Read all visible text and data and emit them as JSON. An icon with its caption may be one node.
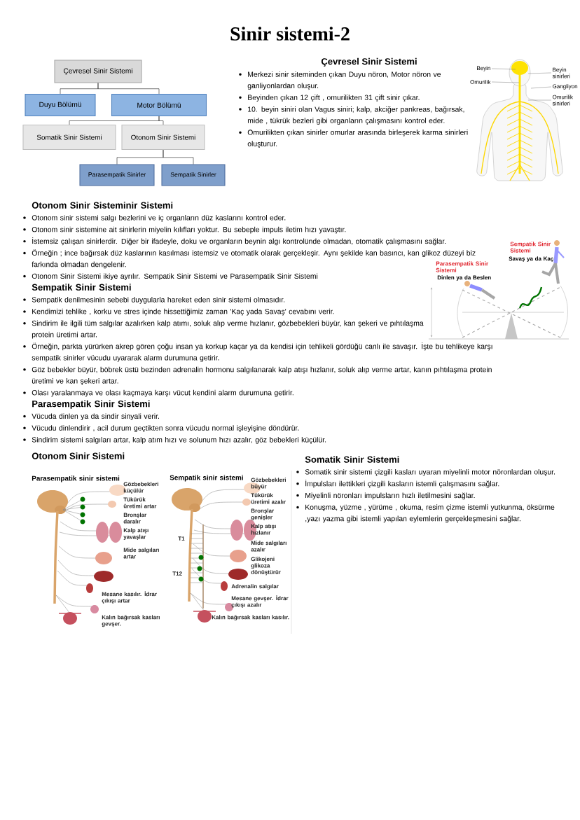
{
  "diagram": {
    "title": "Sinir sistemi-2",
    "nodes": [
      {
        "text": [
          "Çevresel Sinir Sistemi"
        ]
      },
      {
        "text": [
          "Duyu Bölümü"
        ]
      },
      {
        "text": [
          "Motor Bölümü"
        ]
      },
      {
        "text": [
          "Somatik Sinir Sistemi"
        ]
      },
      {
        "text": [
          "Otonom Sinir Sistemi"
        ]
      },
      {
        "text": [
          "Parasempatik Sinirler"
        ]
      },
      {
        "text": [
          "Sempatik Sinirler"
        ]
      },
      {
        "text": [
          "Beyin"
        ]
      },
      {
        "text": [
          "Omurilik"
        ]
      },
      {
        "text": [
          "Beyin sinirleri"
        ]
      },
      {
        "text": [
          "Gangliyon"
        ]
      },
      {
        "text": [
          "Omurilik sinirleri"
        ]
      }
    ],
    "edges": [
      {
        "from": 0,
        "to": 1,
        "arrow": "none"
      },
      {
        "from": 0,
        "to": 2,
        "arrow": "none"
      },
      {
        "from": 2,
        "to": 3,
        "arrow": "none"
      },
      {
        "from": 2,
        "to": 4,
        "arrow": "none"
      },
      {
        "from": 4,
        "to": 5,
        "arrow": "none"
      },
      {
        "from": 4,
        "to": 6,
        "arrow": "none"
      },
      {
        "from": 7,
        "to": null,
        "arrow": "none",
        "color": "#808080"
      },
      {
        "from": 8,
        "to": null,
        "arrow": "none",
        "color": "#808080"
      },
      {
        "from": 9,
        "to": null,
        "arrow": "none",
        "color": "#808080"
      },
      {
        "from": 10,
        "to": null,
        "arrow": "none",
        "color": "#808080"
      },
      {
        "from": 11,
        "to": null,
        "arrow": "none",
        "color": "#808080"
      }
    ],
    "labels": [
      "Çevresel Sinir Sistemi",
      "Merkezi sinir siteminden çıkan Duyu nöron, Motor nöron ve ganliyonlardan oluşur.",
      "Beyinden çıkan 12 çift , omurilikten 31 çift sinir çıkar.",
      "10. beyin siniri olan Vagus siniri; kalp, akciğer pankreas, bağırsak, mide , tükrük bezleri gibi organların çalışmasını kontrol eder.",
      "Omurilikten çıkan sinirler omurlar arasında birleşerek karma sinirleri oluşturur.",
      "Otonom Sinir Sisteminir Sistemi",
      "Otonom sinir sistemi salgı bezlerini ve iç organların düz kaslarını kontrol eder.",
      "Otonom sinir sistemine ait sinirlerin miyelin kılıfları yoktur. Bu sebeple impuls iletim hızı yavaştır.",
      "İstemsiz çalışan sinirlerdir. Diğer bir ifadeyle, doku ve organların beynin algı kontrolünde olmadan, otomatik çalışmasını sağlar.",
      "Örneğin ; ince bağırsak düz kaslarının kasılması istemsiz ve otomatik olarak gerçekleşir. Aynı şekilde kan basıncı, kan glikoz düzeyi biz farkında olmadan dengelenir.",
      "Otonom Sinir Sistemi ikiye ayrılır. Sempatik Sinir Sistemi ve Parasempatik Sinir Sistemi",
      "Sempatik Sinir Sistemi",
      "Sempatik denilmesinin sebebi duygularla hareket eden sinir sistemi olmasıdır.",
      "Kendimizi tehlike , korku ve stres içinde hissettiğimiz zaman 'Kaç yada Savaş' cevabını verir.",
      "Sindirim ile ilgili tüm salgılar azalırken kalp atımı, soluk alıp verme hızlanır, gözbebekleri büyür, kan şekeri ve pıhtılaşma protein üretimi artar.",
      "Örneğin, parkta yürürken akrep gören çoğu insan ya korkup kaçar ya da kendisi için tehlikeli gördüğü canlı ile savaşır. İşte bu tehlikeye karşı sempatik sinirler vücudu uyararak alarm durumuna getirir.",
      "Göz bebekler büyür, böbrek üstü bezinden adrenalin hormonu salgılanarak kalp atışı hızlanır, soluk alıp verme artar, kanın pıhtılaşma protein üretimi ve kan şekeri artar.",
      "Olası yaralanmaya ve olası kaçmaya karşı vücut kendini alarm durumuna getirir.",
      "Parasempatik Sinir Sistemi",
      "Vücuda dinlen ya da sindir sinyali verir.",
      "Vücudu dinlendirir , acil durum geçtikten sonra vücudu normal işleyişine döndürür.",
      "Sindirim sistemi salgıları artar, kalp atım hızı ve solunum hızı azalır, göz bebekleri küçülür.",
      "Otonom Sinir Sistemi",
      "Somatik Sinir Sistemi",
      "Somatik sinir sistemi çizgili kasları uyaran miyelinli motor nöronlardan oluşur.",
      "İmpulsları ilettikleri çizgili kasların istemli çalışmasını sağlar.",
      "Miyelinli nöronları impulsların hızlı iletilmesini sağlar.",
      "Konuşma, yüzme , yürüme , okuma, resim çizme istemli yutkunma, öksürme ,yazı yazma gibi istemli yapılan eylemlerin gerçekleşmesini sağlar.",
      "Sempatik Sinir Sistemi",
      "Savaş ya da Kaç",
      "Parasempatik Sinir Sistemi",
      "Dinlen ya da Beslen",
      "Parasempatik sinir sistemi",
      "Gözbebekleri küçülür",
      "Tükürük üretimi artar",
      "Bronşlar daralır",
      "Kalp atışı yavaşlar",
      "Mide salgıları artar",
      "Mesane kasılır. İdrar çıkışı artar",
      "Kalın bağırsak kasları gevşer.",
      "Sempatik sinir sistemi",
      "Gözbebekleri büyür",
      "Tükürük üretimi azalır",
      "Bronşlar genişler",
      "Kalp atışı hızlanır",
      "Mide salgıları azalır",
      "Glikojeni glikoza dönüştürür",
      "Adrenalin salgılar",
      "Mesane gevşer. İdrar çıkışı azalır",
      "Kalın bağırsak kasları kasılır.",
      "T1",
      "T12"
    ]
  }
}
